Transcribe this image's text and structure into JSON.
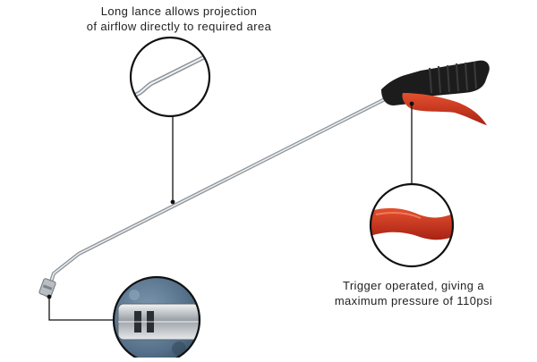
{
  "captions": {
    "lance": {
      "line1": "Long lance allows projection",
      "line2": "of airflow directly to required area"
    },
    "trigger": {
      "line1": "Trigger operated, giving a",
      "line2": "maximum pressure of 110psi"
    }
  },
  "colors": {
    "background": "#ffffff",
    "text": "#222222",
    "callout": "#111111",
    "lance_chrome": "#bfc4c8",
    "handle_black": "#1c1c1c",
    "trigger_red": "#c8321e",
    "nozzle_blue": "#5c7891"
  },
  "icons": {
    "lance_zoom": "lance-bend-detail-icon",
    "trigger_zoom": "trigger-detail-icon",
    "nozzle_zoom": "nozzle-detail-icon"
  }
}
